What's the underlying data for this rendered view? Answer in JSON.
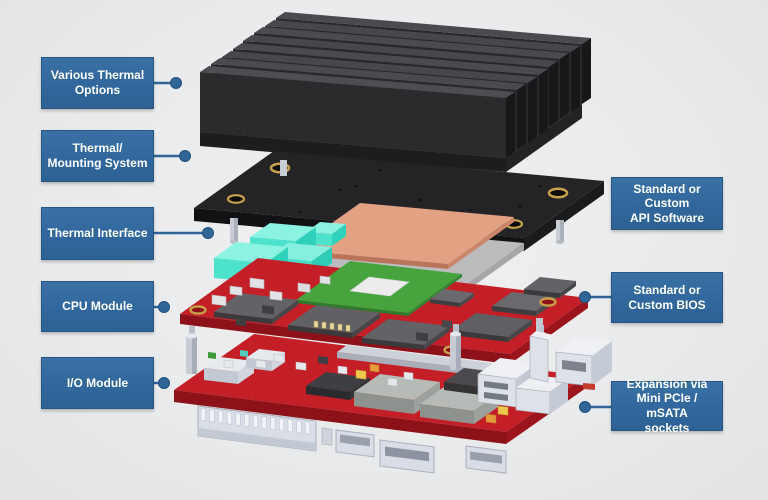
{
  "diagram": {
    "type": "exploded-view",
    "components": [
      "heatsink",
      "thermal-mounting-plate",
      "thermal-interface-pads",
      "heat-spreader-plates",
      "cpu-module-board",
      "io-module-board",
      "expansion-connectors"
    ]
  },
  "labels": {
    "various_thermal_options": "Various Thermal\nOptions",
    "thermal_mounting_system": "Thermal/\nMounting System",
    "thermal_interface": "Thermal Interface",
    "cpu_module": "CPU Module",
    "io_module": "I/O Module",
    "api_software": "Standard or Custom\nAPI Software",
    "custom_bios": "Standard or\nCustom BIOS",
    "expansion": "Expansion via\nMini PCIe / mSATA\nsockets"
  },
  "colors": {
    "accent_blue": "#336a9d",
    "leader_blue": "#2e6496",
    "label_text": "#ffffff",
    "background": "#eaebec",
    "pcb_red": "#c41f26",
    "heatsink_black": "#28282b",
    "thermal_pad_cyan": "#7df0df",
    "heat_spreader_copper": "#e2a183",
    "heat_spreader_gray": "#bcbcbe",
    "cpu_package_green": "#46a33e",
    "connector_white": "#dde1e8"
  }
}
